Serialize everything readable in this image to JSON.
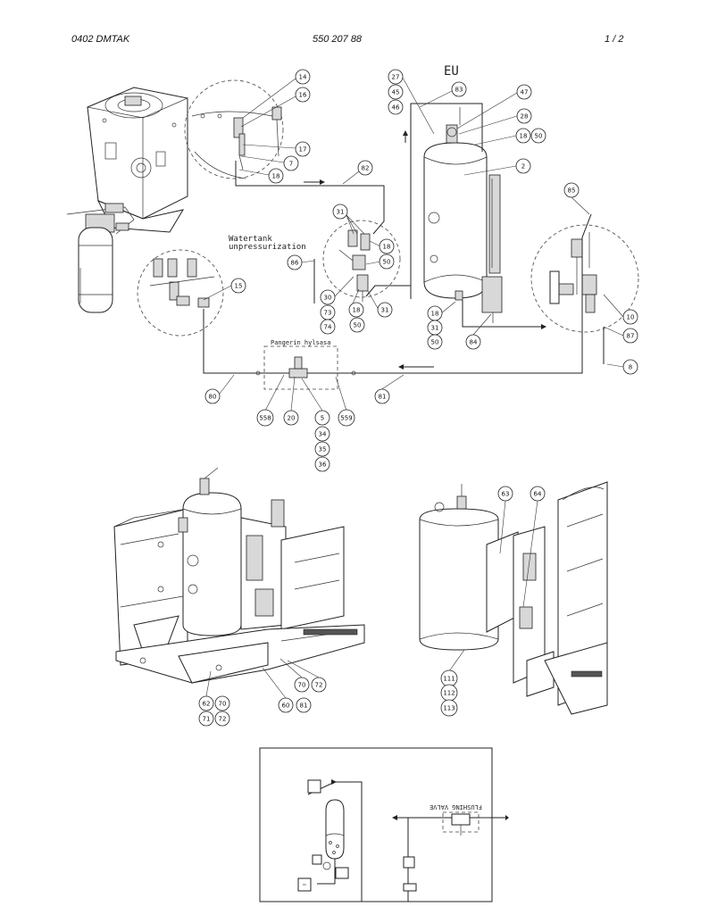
{
  "header": {
    "doc_code": "0402 DMTAK",
    "doc_number": "550 207 88",
    "page": "1 /  2"
  },
  "labels": {
    "eu": "EU",
    "watertank": "Watertank",
    "unpressurization": "unpressurization",
    "pangerin": "Pangerin hylsasa",
    "flushing_valve": "FLUSHING VALVE"
  },
  "callouts": [
    "14",
    "16",
    "17",
    "7",
    "18",
    "27",
    "45",
    "46",
    "83",
    "47",
    "28",
    "18",
    "50",
    "2",
    "82",
    "85",
    "31",
    "18",
    "50",
    "86",
    "15",
    "30",
    "73",
    "74",
    "18",
    "31",
    "50",
    "18",
    "31",
    "50",
    "84",
    "10",
    "87",
    "8",
    "80",
    "81",
    "558",
    "20",
    "5",
    "34",
    "35",
    "36",
    "559",
    "63",
    "64",
    "111",
    "112",
    "113",
    "70",
    "72",
    "62",
    "70",
    "71",
    "72",
    "60",
    "81"
  ]
}
